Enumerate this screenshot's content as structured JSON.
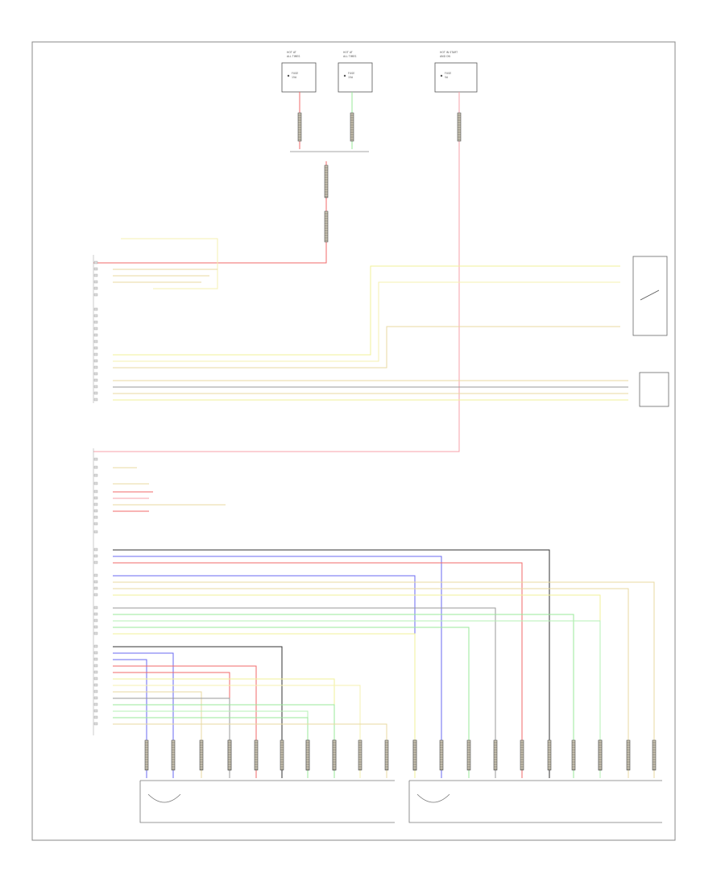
{
  "colors": {
    "red": "#f26a6a",
    "pink": "#f7a0a8",
    "blue": "#6a6af2",
    "yellow": "#f2f29a",
    "lightyellow": "#f5f0b0",
    "tan": "#e8d9a0",
    "green": "#9ae89a",
    "lightgreen": "#b5f0b5",
    "gray": "#9a9a9a",
    "black": "#333333",
    "frame": "#888888",
    "wire_body": "#c9c2b0"
  },
  "diagram_label": "",
  "fuses": [
    {
      "id": "fuse-a",
      "lines": [
        "HOT AT",
        "ALL TIMES"
      ],
      "inner": [
        "FUSE",
        "15A"
      ]
    },
    {
      "id": "fuse-b",
      "lines": [
        "HOT AT",
        "ALL TIMES"
      ],
      "inner": [
        "FUSE",
        "15A"
      ]
    },
    {
      "id": "fuse-c",
      "lines": [
        "HOT IN START",
        "AND ON"
      ],
      "inner": [
        "FUSE",
        "5A"
      ]
    }
  ],
  "modules": {
    "front_module": "",
    "rear_module": "",
    "right_switch": "",
    "right_sensor": "",
    "left_motor": "",
    "right_motor": ""
  },
  "splice_labels": [
    "",
    ""
  ],
  "reference_code": ""
}
